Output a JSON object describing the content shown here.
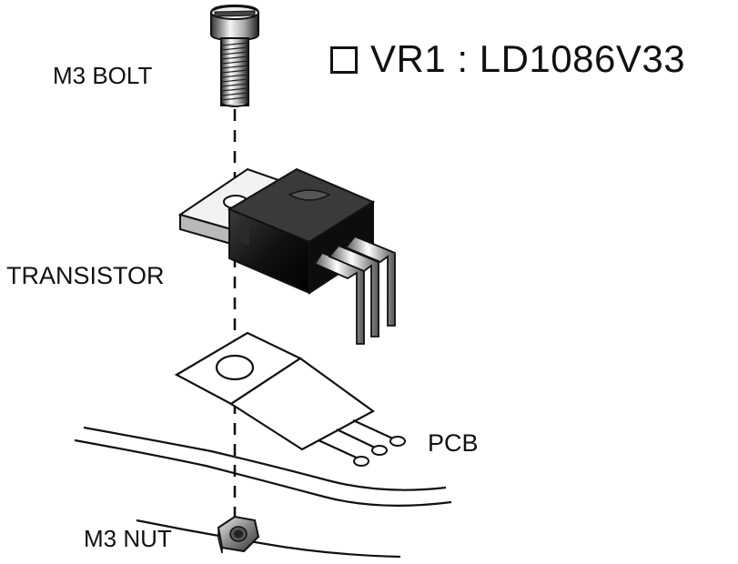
{
  "title": {
    "text": "VR1  :  LD1086V33",
    "checkbox_icon": "empty-square-icon"
  },
  "labels": {
    "bolt": "M3 BOLT",
    "transistor": "TRANSISTOR",
    "pcb": "PCB",
    "nut": "M3 NUT"
  },
  "colors": {
    "ink": "#111111",
    "body_dark": "#1c1c1c",
    "tab_metal": "#e8e8e8",
    "background": "#ffffff"
  }
}
